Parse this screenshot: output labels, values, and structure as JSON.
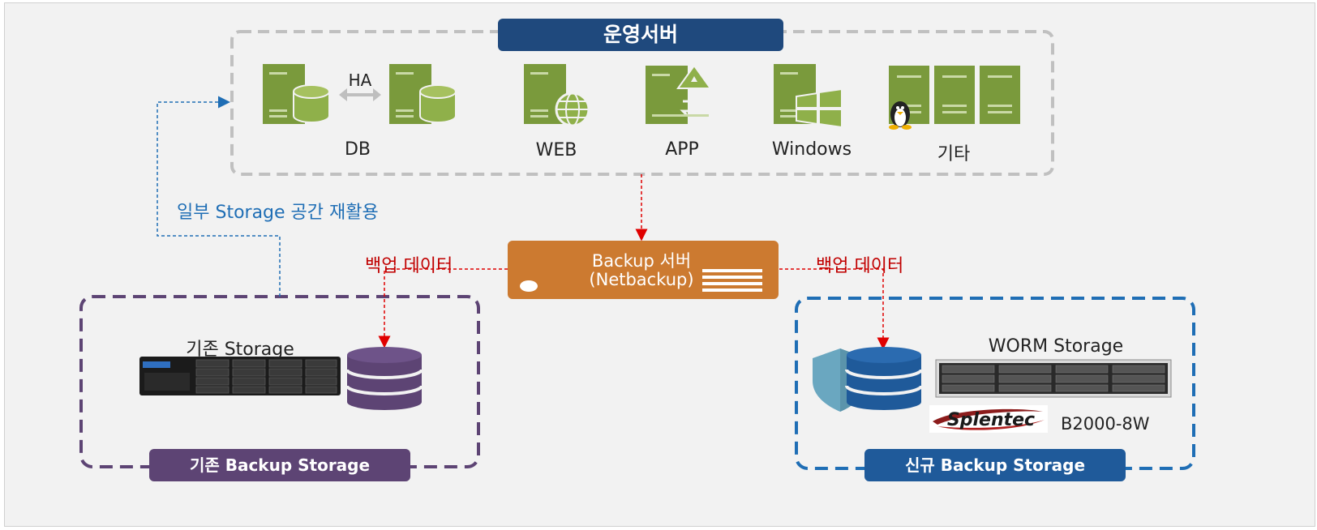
{
  "colors": {
    "server_green": "#7a9a3c",
    "server_green_light": "#8fb04a",
    "ops_header": "#1f497d",
    "backup_orange": "#cc7a30",
    "legacy_purple": "#5d4474",
    "new_blue": "#1f6eb5",
    "red_arrow": "#e00000",
    "grey_dash": "#bfbfbf"
  },
  "operations": {
    "title": "운영서버",
    "ha_label": "HA",
    "groups": [
      {
        "label": "DB",
        "icon": "db-server-icon"
      },
      {
        "label": "WEB",
        "icon": "web-server-icon"
      },
      {
        "label": "APP",
        "icon": "app-server-icon"
      },
      {
        "label": "Windows",
        "icon": "windows-server-icon"
      },
      {
        "label": "기타",
        "icon": "linux-server-rack-icon"
      }
    ]
  },
  "reuse_note": "일부 Storage 공간 재활용",
  "backup_server": {
    "line1": "Backup 서버",
    "line2": "(Netbackup)"
  },
  "backup_data_left": "백업 데이터",
  "backup_data_right": "백업 데이터",
  "legacy": {
    "storage_label": "기존 Storage",
    "footer": "기존 Backup Storage"
  },
  "new": {
    "storage_label": "WORM Storage",
    "brand": "Splentec",
    "model": "B2000-8W",
    "footer": "신규 Backup Storage"
  }
}
